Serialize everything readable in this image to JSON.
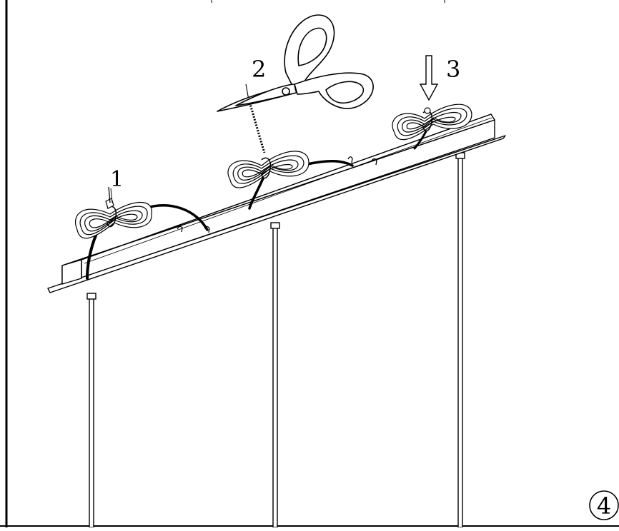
{
  "steps": [
    {
      "number": "1",
      "action": "untie-cable-bundle"
    },
    {
      "number": "2",
      "action": "cut-binding-wire-with-scissors"
    },
    {
      "number": "3",
      "action": "press-down-cable-bundle"
    }
  ],
  "step_indicator": "4",
  "colors": {
    "line": "#000000",
    "background": "#ffffff",
    "cable": "#333333"
  }
}
